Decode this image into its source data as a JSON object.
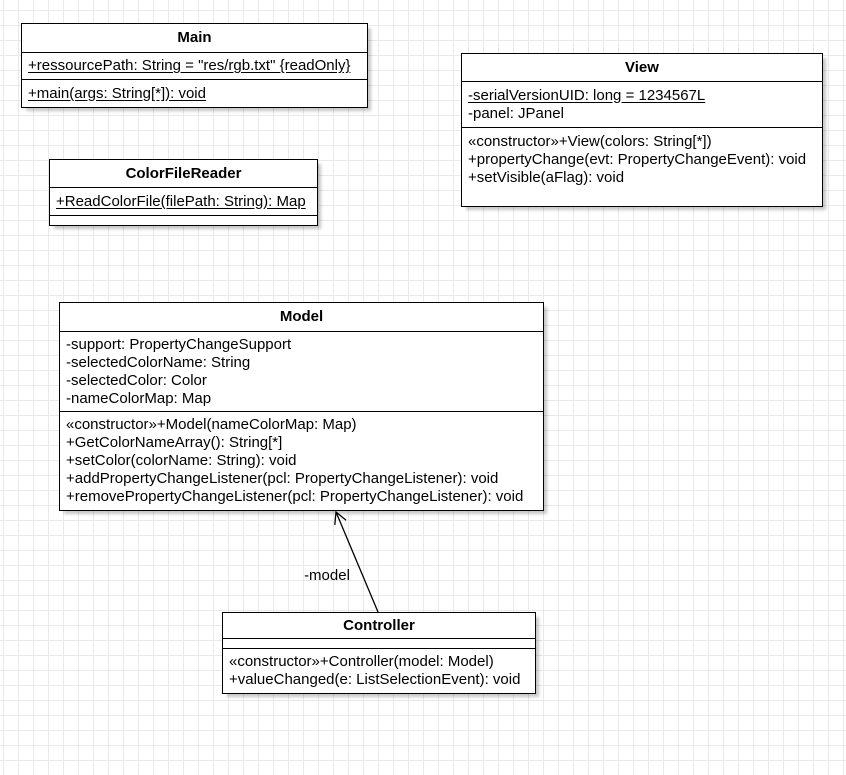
{
  "colors": {
    "canvas_background": "#ffffff",
    "grid_line": "#e9e9e9",
    "box_fill": "#ffffff",
    "box_border": "#000000",
    "text": "#000000"
  },
  "classes": [
    {
      "name": "Main",
      "compartments": [
        {
          "lines": [
            {
              "text": "+ressourcePath: String = \"res/rgb.txt\" {readOnly}",
              "static": true
            }
          ]
        },
        {
          "lines": [
            {
              "text": "+main(args: String[*]): void",
              "static": true
            }
          ]
        }
      ]
    },
    {
      "name": "View",
      "compartments": [
        {
          "lines": [
            {
              "text": "-serialVersionUID: long = 1234567L",
              "static": true
            },
            {
              "text": "-panel: JPanel",
              "static": false
            }
          ]
        },
        {
          "lines": [
            {
              "text": "«constructor»+View(colors: String[*])",
              "static": false
            },
            {
              "text": "+propertyChange(evt: PropertyChangeEvent): void",
              "static": false
            },
            {
              "text": "+setVisible(aFlag): void",
              "static": false
            }
          ]
        }
      ]
    },
    {
      "name": "ColorFileReader",
      "compartments": [
        {
          "lines": [
            {
              "text": "+ReadColorFile(filePath: String): Map",
              "static": true
            }
          ]
        },
        {
          "lines": []
        }
      ]
    },
    {
      "name": "Model",
      "compartments": [
        {
          "lines": [
            {
              "text": "-support: PropertyChangeSupport",
              "static": false
            },
            {
              "text": "-selectedColorName: String",
              "static": false
            },
            {
              "text": "-selectedColor: Color",
              "static": false
            },
            {
              "text": "-nameColorMap: Map",
              "static": false
            }
          ]
        },
        {
          "lines": [
            {
              "text": "«constructor»+Model(nameColorMap: Map)",
              "static": false
            },
            {
              "text": "+GetColorNameArray(): String[*]",
              "static": false
            },
            {
              "text": "+setColor(colorName: String): void",
              "static": false
            },
            {
              "text": "+addPropertyChangeListener(pcl: PropertyChangeListener): void",
              "static": false
            },
            {
              "text": "+removePropertyChangeListener(pcl: PropertyChangeListener): void",
              "static": false
            }
          ]
        }
      ]
    },
    {
      "name": "Controller",
      "compartments": [
        {
          "lines": []
        },
        {
          "lines": [
            {
              "text": "«constructor»+Controller(model: Model)",
              "static": false
            },
            {
              "text": "+valueChanged(e: ListSelectionEvent): void",
              "static": false
            }
          ]
        }
      ]
    }
  ],
  "edges": [
    {
      "label": "-model",
      "from": "Controller",
      "to": "Model",
      "arrow": "open"
    }
  ]
}
